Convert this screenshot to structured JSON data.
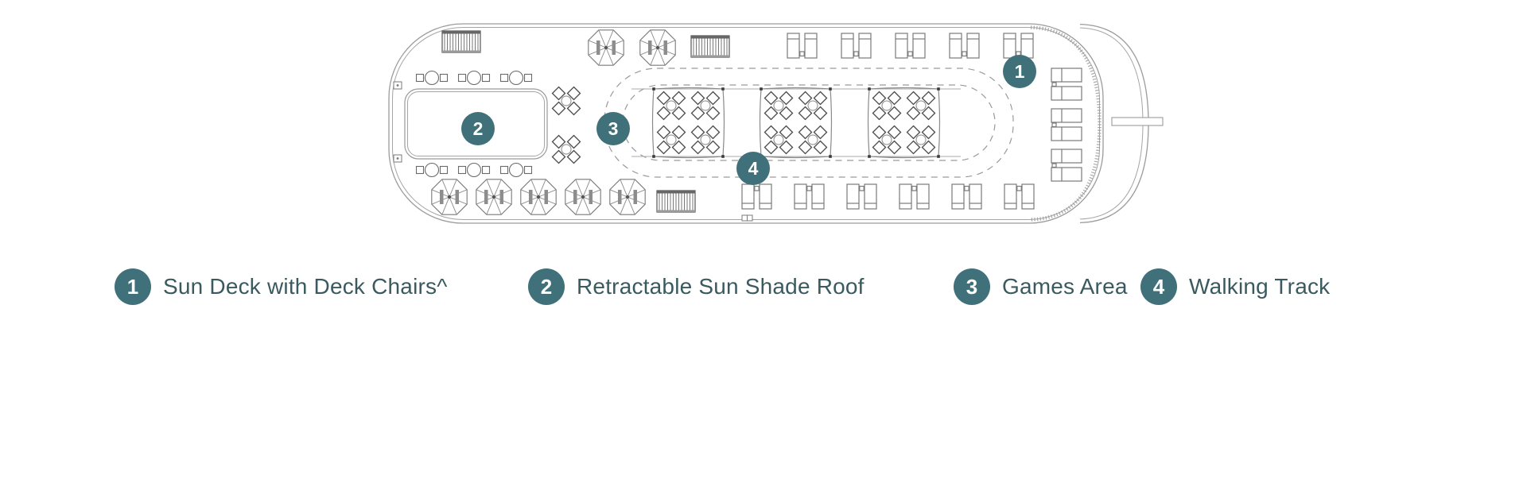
{
  "colors": {
    "badge_teal": "#407079",
    "legend_text_color": "#3A5A60",
    "plan_line_color": "#9C9C9C"
  },
  "deck_plan": {
    "name": "sun-deck-floor-plan",
    "markers": [
      {
        "number": "1"
      },
      {
        "number": "2"
      },
      {
        "number": "3"
      },
      {
        "number": "4"
      }
    ],
    "icons": [
      "hull-outline",
      "umbrella-icon",
      "deck-chair-pair-icon",
      "lounger-group-icon",
      "table-with-chairs-icon",
      "games-table-cluster-icon",
      "canopy-icon",
      "louver-vent-icon",
      "walking-track-dashed-loop",
      "retractable-roof-area"
    ]
  },
  "legend": {
    "items": [
      {
        "number": "1",
        "label": "Sun Deck with Deck Chairs^"
      },
      {
        "number": "2",
        "label": "Retractable Sun Shade Roof"
      },
      {
        "number": "3",
        "label": "Games Area"
      },
      {
        "number": "4",
        "label": "Walking Track"
      }
    ]
  }
}
